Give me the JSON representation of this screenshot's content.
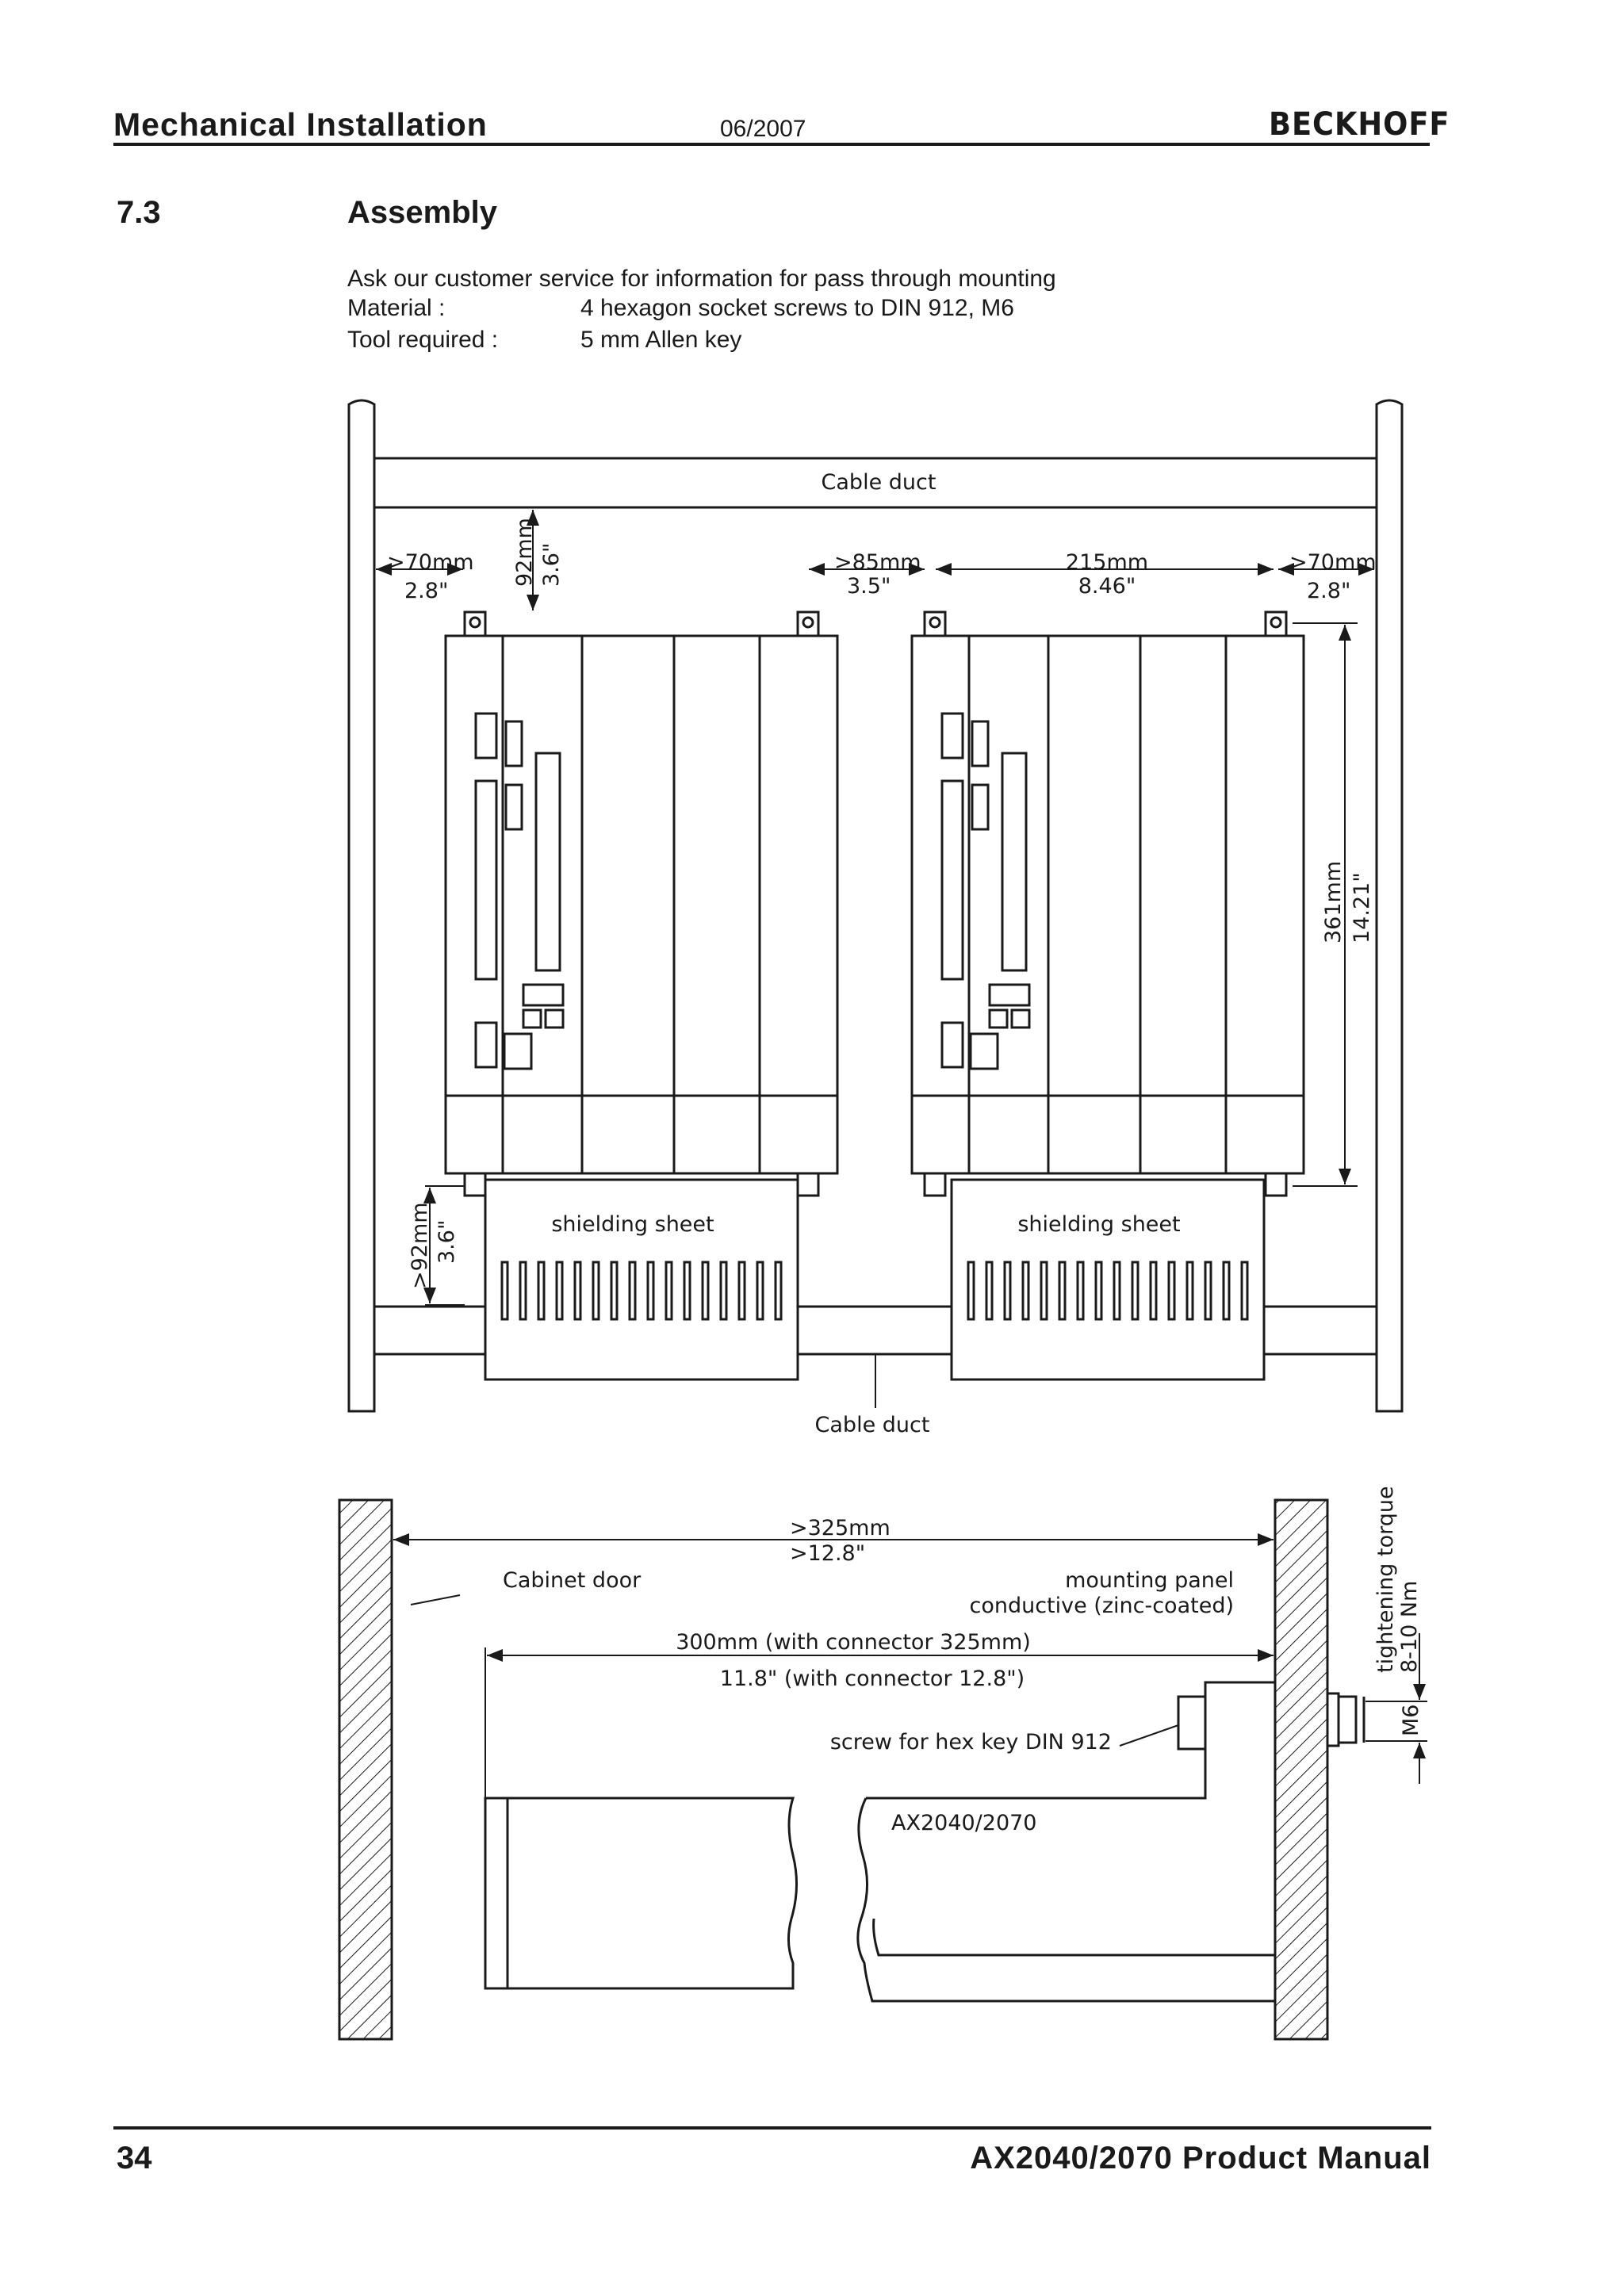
{
  "header": {
    "section": "Mechanical Installation",
    "date": "06/2007",
    "logo": "BECKHOFF"
  },
  "section": {
    "number": "7.3",
    "title": "Assembly"
  },
  "intro": "Ask our customer service for information for pass through mounting",
  "specs": {
    "material_label": "Material :",
    "material_value": "4 hexagon socket screws to DIN 912, M6",
    "tool_label": "Tool required :",
    "tool_value": "5 mm Allen key"
  },
  "diagram_top": {
    "cable_duct_top": "Cable duct",
    "cable_duct_bottom": "Cable duct",
    "dim_left_mm": ">70mm",
    "dim_left_in": "2.8\"",
    "dim_top_mm": "92mm",
    "dim_top_in": "3.6\"",
    "dim_gap_mm": ">85mm",
    "dim_gap_in": "3.5\"",
    "dim_width_mm": "215mm",
    "dim_width_in": "8.46\"",
    "dim_right_mm": ">70mm",
    "dim_right_in": "2.8\"",
    "dim_height_mm": "361mm",
    "dim_height_in": "14.21\"",
    "dim_bottom_mm": ">92mm",
    "dim_bottom_in": "3.6\"",
    "shield_left": "shielding sheet",
    "shield_right": "shielding sheet"
  },
  "diagram_bottom": {
    "dim_door_mm": ">325mm",
    "dim_door_in": ">12.8\"",
    "cabinet_door": "Cabinet door",
    "mounting_panel": "mounting panel",
    "conductive": "conductive (zinc-coated)",
    "depth_mm": "300mm (with connector 325mm)",
    "depth_in": "11.8\" (with connector 12.8\")",
    "screw": "screw for hex key DIN 912",
    "model": "AX2040/2070",
    "torque_label": "tightening torque",
    "torque_value": "8-10 Nm",
    "thread": "M6"
  },
  "footer": {
    "page": "34",
    "title": "AX2040/2070 Product Manual"
  }
}
